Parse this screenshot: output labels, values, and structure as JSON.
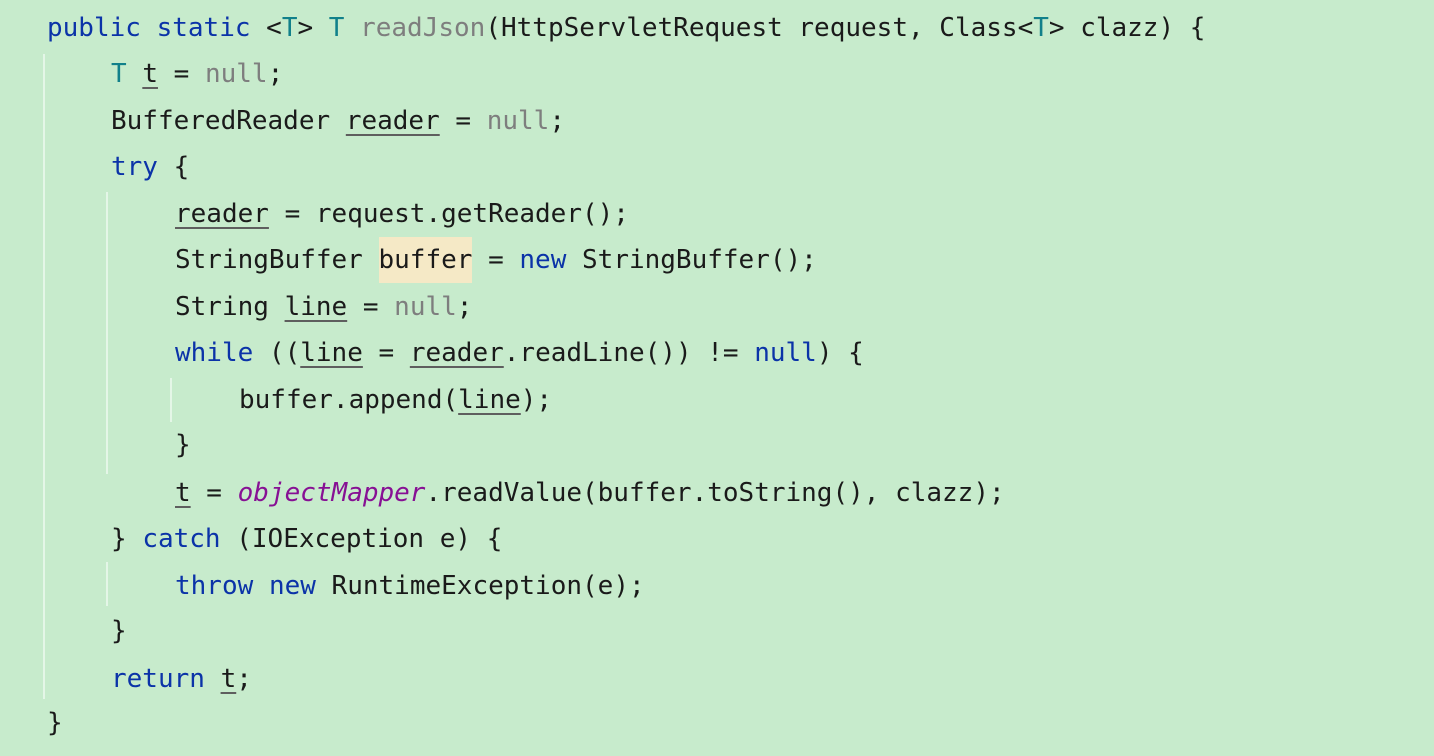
{
  "code": {
    "method": {
      "public": "public",
      "static": "static",
      "type_open": "<",
      "T1": "T",
      "type_close": ">",
      "T2": "T",
      "name": "readJson",
      "paren_open": "(",
      "param1_type": "HttpServletRequest",
      "param1_name": "request,",
      "param2_type": "Class<",
      "param2_T": "T",
      "param2_close": ">",
      "param2_name": "clazz)",
      "brace": "{"
    },
    "l2": {
      "type": "T",
      "var": "t",
      "eq": " = ",
      "null": "null",
      "semi": ";"
    },
    "l3": {
      "type": "BufferedReader",
      "var": "reader",
      "eq": " = ",
      "null": "null",
      "semi": ";"
    },
    "l4": {
      "kw": "try",
      "brace": " {"
    },
    "l5": {
      "var": "reader",
      "rest": " = request.getReader();"
    },
    "l6": {
      "type": "StringBuffer ",
      "var": "buffer",
      "eq": " = ",
      "new": "new",
      "rest": " StringBuffer();"
    },
    "l7": {
      "type": "String ",
      "var": "line",
      "eq": " = ",
      "null": "null",
      "semi": ";"
    },
    "l8": {
      "kw": "while",
      "p1": " ((",
      "v1": "line",
      "p2": " = ",
      "v2": "reader",
      "p3": ".readLine()) != ",
      "null": "null",
      "p4": ") {"
    },
    "l9": {
      "pre": "buffer.append(",
      "var": "line",
      "post": ");"
    },
    "l10": {
      "brace": "}"
    },
    "l11": {
      "var": "t",
      "eq": " = ",
      "field": "objectMapper",
      "rest": ".readValue(buffer.toString(), clazz);"
    },
    "l12": {
      "brace": "} ",
      "kw": "catch",
      "rest": " (IOException e) {"
    },
    "l13": {
      "kw1": "throw",
      "sp": " ",
      "kw2": "new",
      "rest": " RuntimeException(e);"
    },
    "l14": {
      "brace": "}"
    },
    "l15": {
      "kw": "return",
      "sp": " ",
      "var": "t",
      "semi": ";"
    },
    "l16": {
      "brace": "}"
    }
  },
  "colors": {
    "background": "#c7ebcc",
    "keyword": "#0b33a8",
    "type_param": "#11808a",
    "null_literal": "#7e7e7e",
    "unused_method": "#7e7e7e",
    "field": "#871094",
    "text": "#1a1a1a",
    "usage_highlight": "#f5e9c6"
  }
}
